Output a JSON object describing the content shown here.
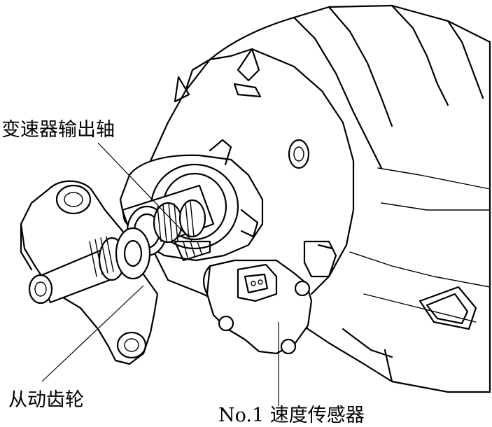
{
  "labels": {
    "output_shaft": "变速器输出轴",
    "driven_gear": "从动齿轮",
    "speed_sensor": "No.1 速度传感器"
  },
  "colors": {
    "line": "#000000",
    "background": "#ffffff"
  }
}
